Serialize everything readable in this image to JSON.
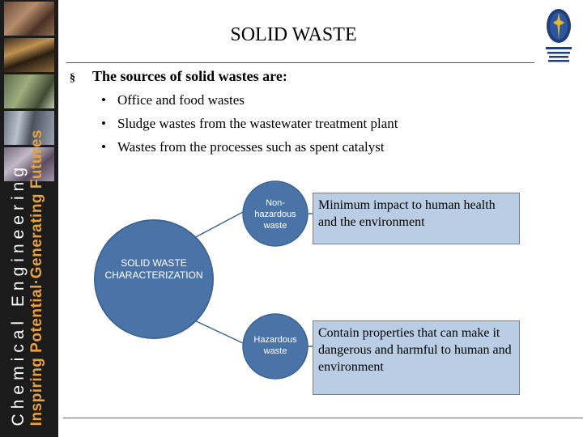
{
  "slide": {
    "title": "SOLID WASTE",
    "lead": "The sources of solid wastes are:",
    "lead_bullet": "§",
    "sub_bullet": "•",
    "bullets": [
      "Office and food wastes",
      "Sludge wastes from the wastewater treatment plant",
      "Wastes from the processes such as spent catalyst"
    ]
  },
  "sidebar": {
    "line1": "Chemical Engineering",
    "line2": "Inspiring Potential·Generating Futures"
  },
  "diagram": {
    "center_label": "SOLID WASTE CHARACTERIZATION",
    "nodes": [
      {
        "label": "Non-hazardous waste",
        "description": "Minimum impact to human health and the environment"
      },
      {
        "label": "Hazardous waste",
        "description": "Contain properties that can make it dangerous and harmful to human and environment"
      }
    ],
    "colors": {
      "circle": "#4a74a8",
      "circle_edge": "#3e6594",
      "box": "#b9cde5"
    }
  }
}
